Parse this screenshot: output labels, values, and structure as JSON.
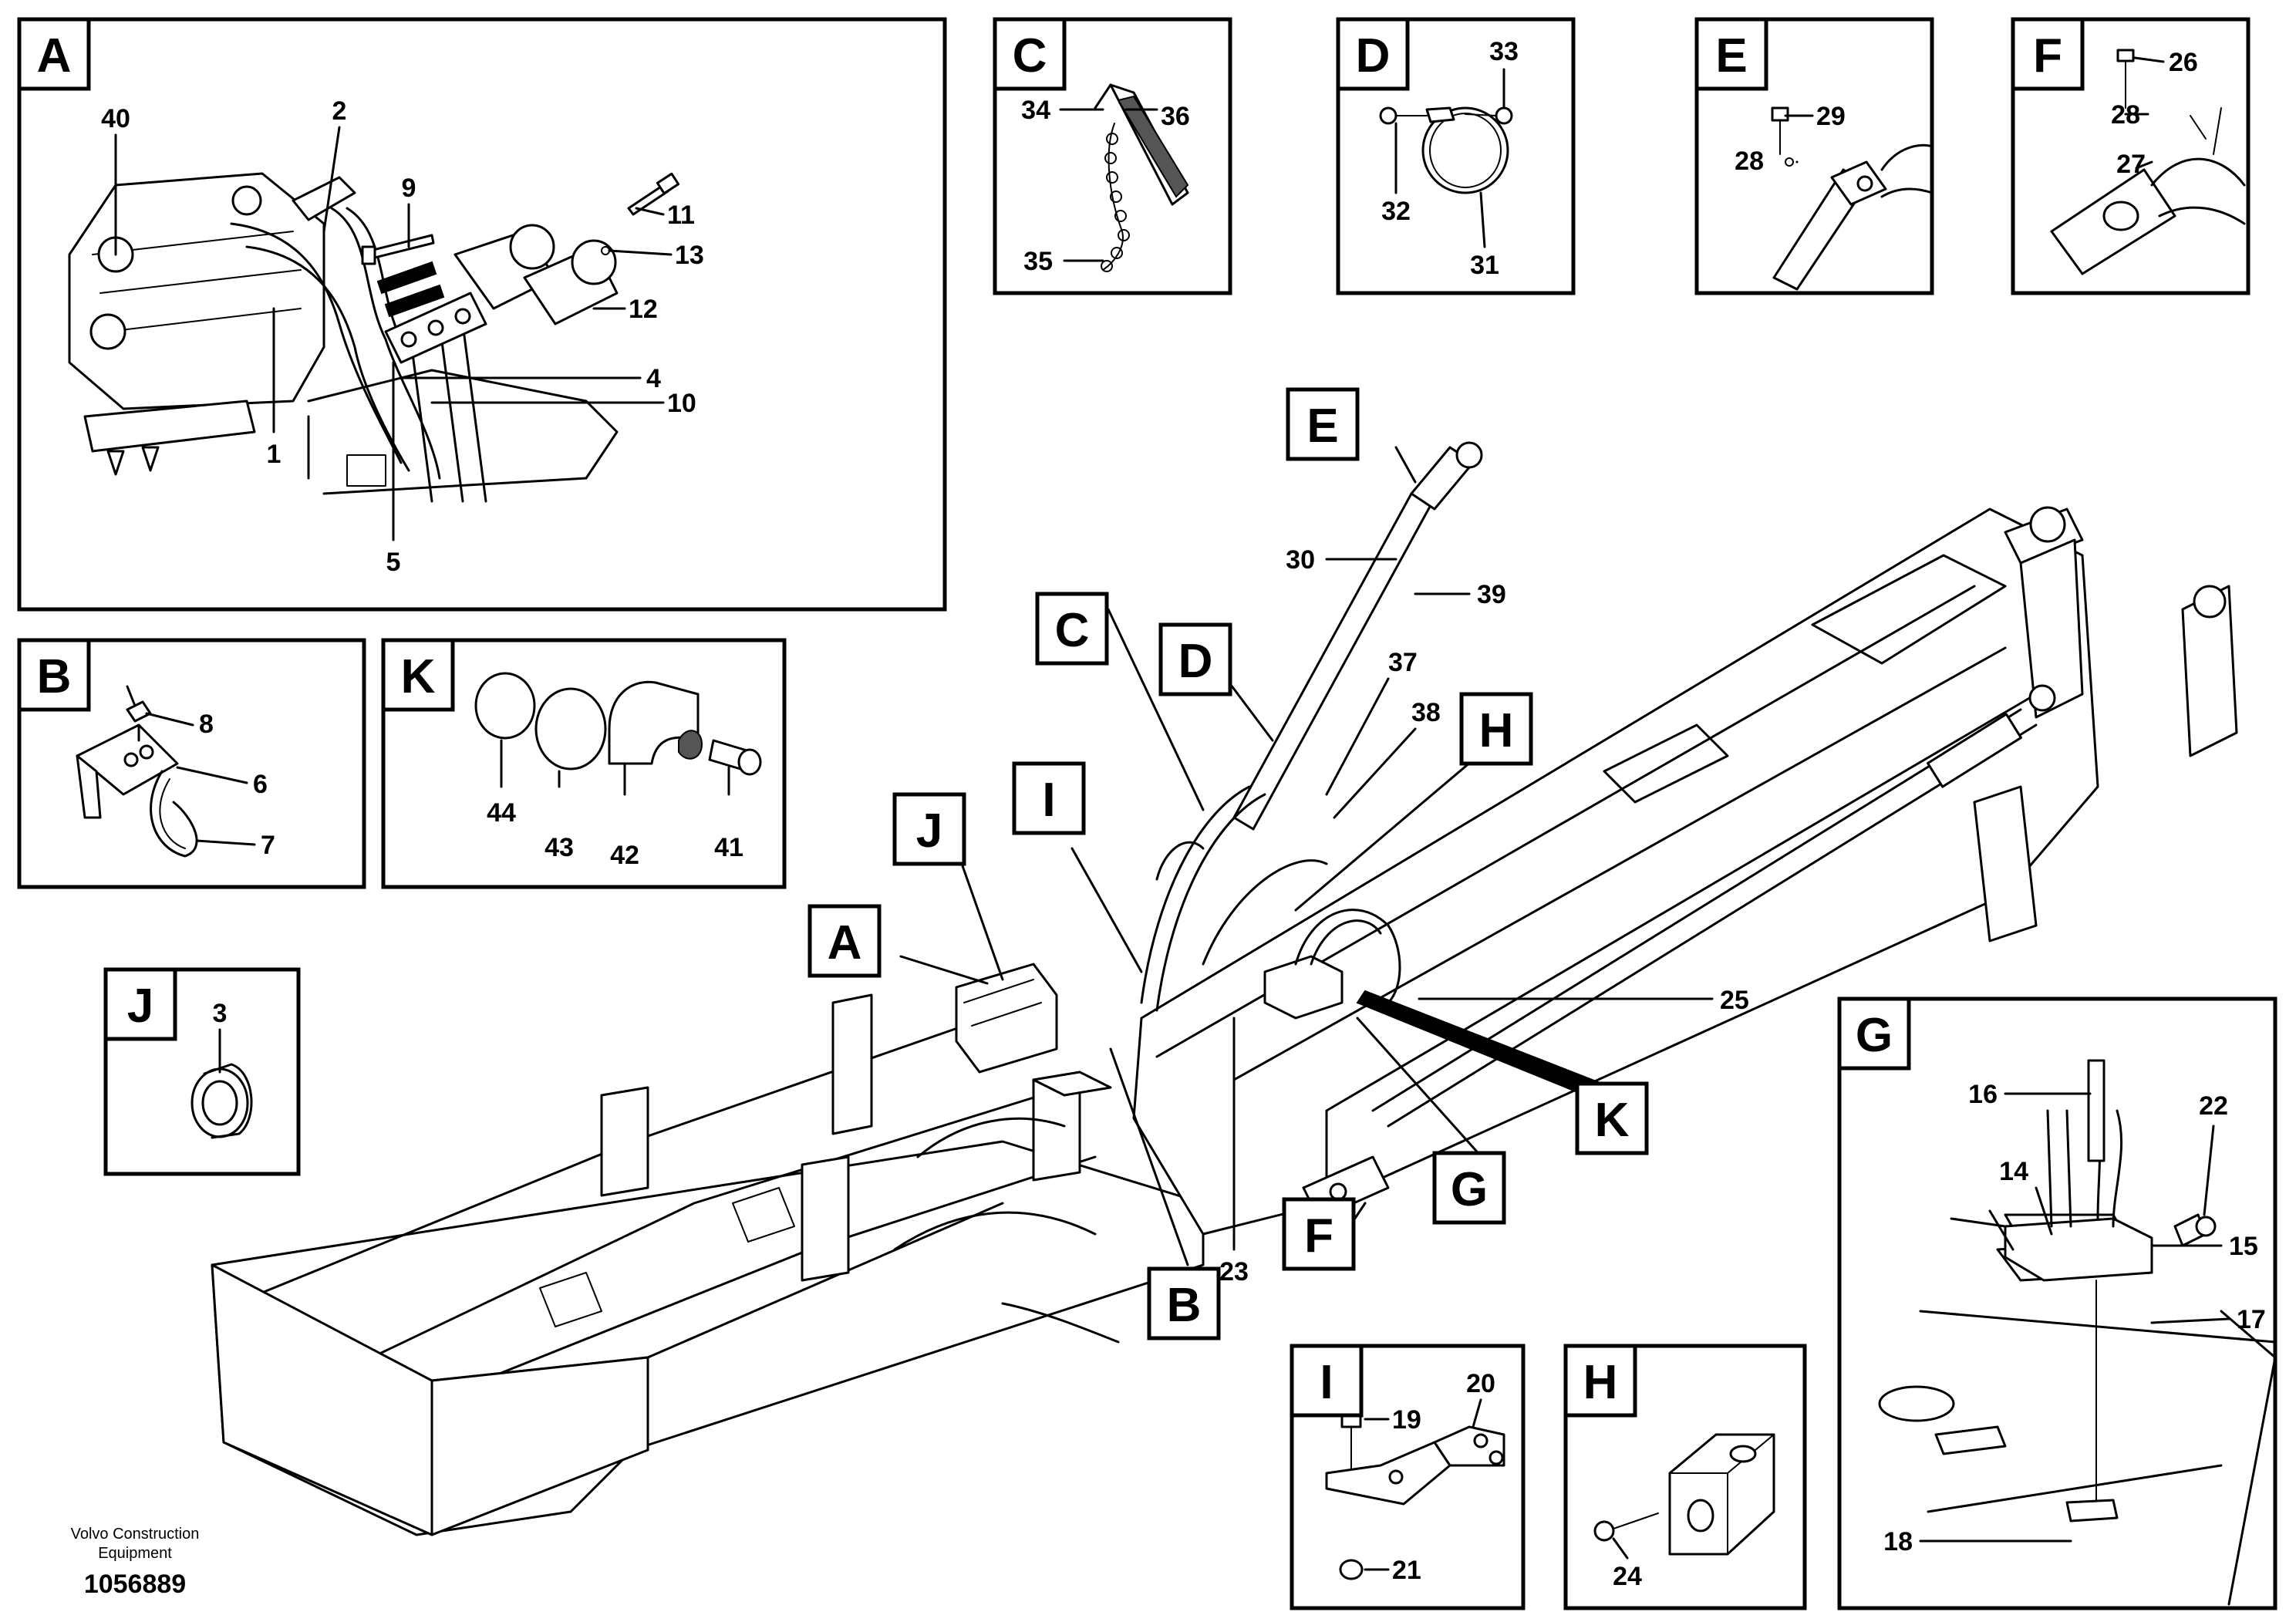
{
  "callouts": {
    "A": "A",
    "B": "B",
    "C": "C",
    "D": "D",
    "E": "E",
    "F": "F",
    "G": "G",
    "H": "H",
    "I": "I",
    "J": "J",
    "K": "K"
  },
  "parts": {
    "p1": "1",
    "p2": "2",
    "p3": "3",
    "p4": "4",
    "p5": "5",
    "p6": "6",
    "p7": "7",
    "p8": "8",
    "p9": "9",
    "p10": "10",
    "p11": "11",
    "p12": "12",
    "p13": "13",
    "p14": "14",
    "p15": "15",
    "p16": "16",
    "p17": "17",
    "p18": "18",
    "p19": "19",
    "p20": "20",
    "p21": "21",
    "p22": "22",
    "p23": "23",
    "p24": "24",
    "p25": "25",
    "p26": "26",
    "p27": "27",
    "p28": "28",
    "p29": "29",
    "p30": "30",
    "p31": "31",
    "p32": "32",
    "p33": "33",
    "p34": "34",
    "p35": "35",
    "p36": "36",
    "p37": "37",
    "p38": "38",
    "p39": "39",
    "p40": "40",
    "p41": "41",
    "p42": "42",
    "p43": "43",
    "p44": "44"
  },
  "caption": {
    "brand_line1": "Volvo Construction",
    "brand_line2": "Equipment",
    "drawing_number": "1056889"
  }
}
